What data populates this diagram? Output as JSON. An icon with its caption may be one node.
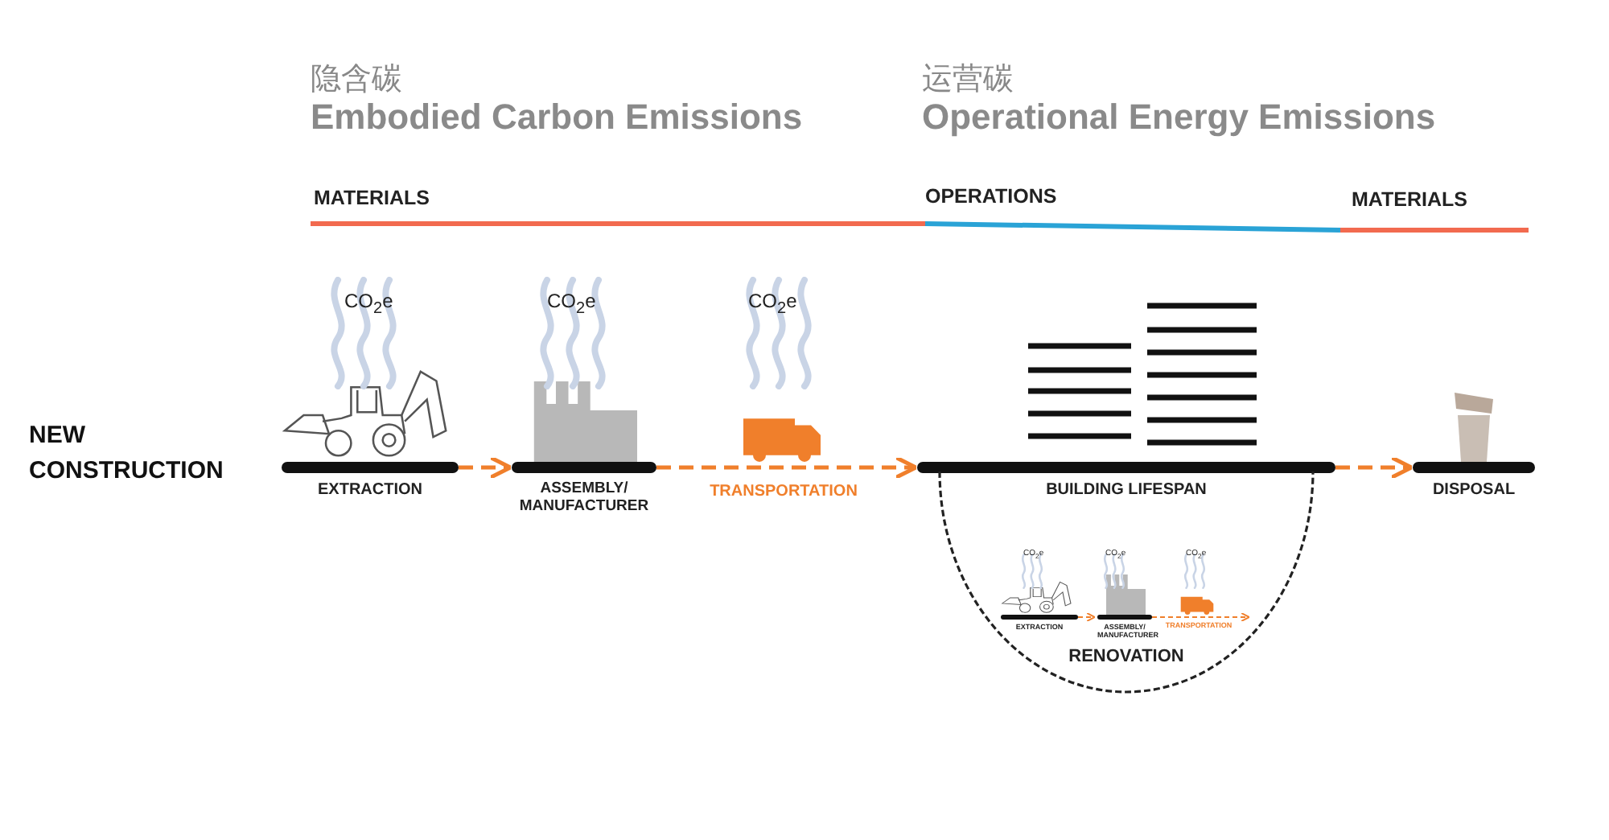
{
  "diagram": {
    "nodes": [
      {
        "text": [
          "EXTRACTION"
        ]
      },
      {
        "text": [
          "ASSEMBLY/ MANUFACTURER"
        ]
      },
      {
        "text": [
          "BUILDING LIFESPAN"
        ]
      },
      {
        "text": [
          "DISPOSAL"
        ]
      },
      {
        "text": [
          "RENOVATION"
        ]
      },
      {
        "text": [
          "EXTRACTION"
        ],
        "in": 4
      },
      {
        "text": [
          "ASSEMBLY/ MANUFACTURER"
        ],
        "in": 4
      }
    ],
    "edges": [
      {
        "from": 0,
        "to": 1,
        "arrow": "to",
        "style": "dashed"
      },
      {
        "from": 1,
        "to": 2,
        "arrow": "to",
        "style": "dashed",
        "label": "TRANSPORTATION"
      },
      {
        "from": 2,
        "to": 3,
        "arrow": "to",
        "style": "dashed"
      },
      {
        "from": 5,
        "to": 6,
        "arrow": "to",
        "style": "dashed"
      },
      {
        "from": 6,
        "to": null,
        "arrow": "to",
        "style": "dashed",
        "label": "TRANSPORTATION"
      }
    ],
    "labels": [
      "隐含碳",
      "Embodied Carbon Emissions",
      "运营碳",
      "Operational Energy Emissions",
      "MATERIALS",
      "OPERATIONS",
      "MATERIALS",
      "CO$_{2}$e",
      "CO$_{2}$e",
      "CO$_{2}$e",
      "NEW CONSTRUCTION",
      "CO$_{2}$e",
      "CO$_{2}$e",
      "CO$_{2}$e"
    ]
  }
}
